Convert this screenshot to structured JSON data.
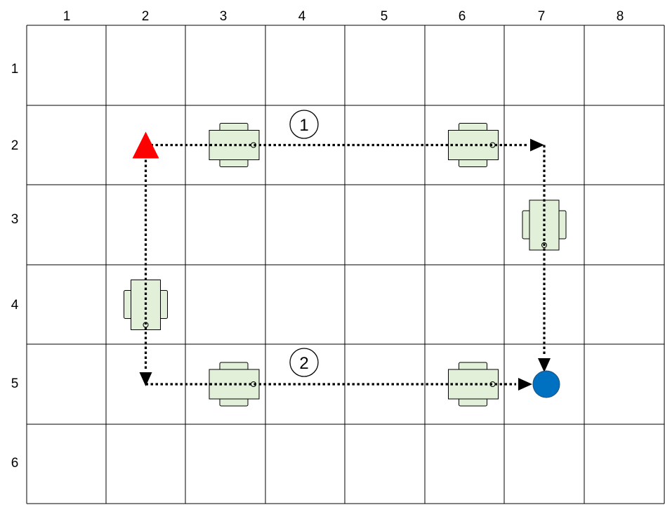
{
  "grid": {
    "column_labels": [
      "1",
      "2",
      "3",
      "4",
      "5",
      "6",
      "7",
      "8"
    ],
    "row_labels": [
      "1",
      "2",
      "3",
      "4",
      "5",
      "6"
    ]
  },
  "colors": {
    "grid_line": "#000000",
    "table_fill": "#e2f0d9",
    "table_stroke": "#000000",
    "start_marker": "#ff0000",
    "end_marker": "#0070c0",
    "route_line": "#000000"
  },
  "start": {
    "column": 2,
    "row": 2,
    "shape": "triangle"
  },
  "end": {
    "column": 7,
    "row": 5,
    "shape": "circle"
  },
  "route_labels": [
    "1",
    "2"
  ],
  "routes": [
    {
      "label": "1",
      "path": [
        [
          2,
          2
        ],
        [
          7,
          2
        ],
        [
          7,
          5
        ]
      ]
    },
    {
      "label": "2",
      "path": [
        [
          2,
          2
        ],
        [
          2,
          5
        ],
        [
          7,
          5
        ]
      ]
    }
  ],
  "tables": [
    {
      "column": 3,
      "row": 2,
      "orientation": "horizontal"
    },
    {
      "column": 6,
      "row": 2,
      "orientation": "horizontal"
    },
    {
      "column": 7,
      "row": 3,
      "orientation": "vertical"
    },
    {
      "column": 2,
      "row": 4,
      "orientation": "vertical"
    },
    {
      "column": 3,
      "row": 5,
      "orientation": "horizontal"
    },
    {
      "column": 6,
      "row": 5,
      "orientation": "horizontal"
    }
  ]
}
